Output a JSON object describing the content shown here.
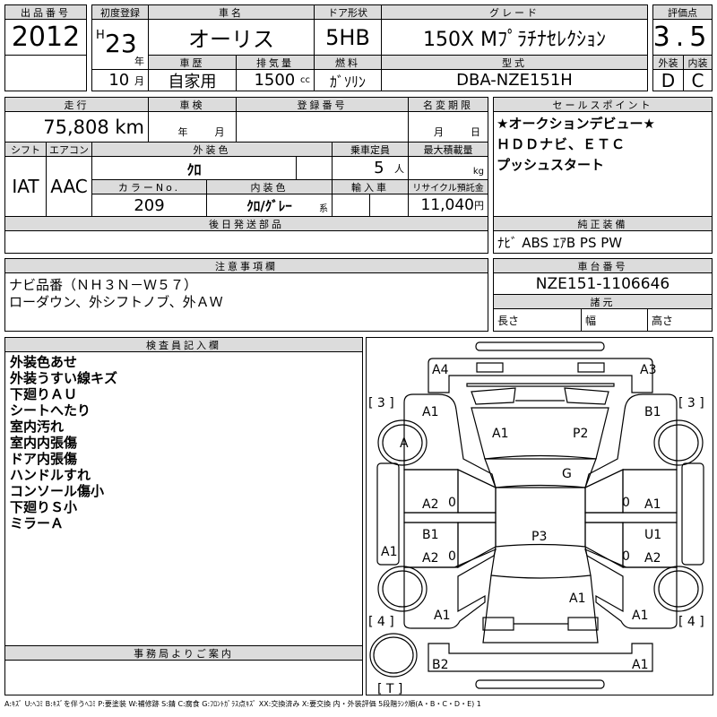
{
  "header": {
    "lot_label": "出品番号",
    "lot_value": "2012",
    "first_reg_label": "初度登録",
    "era": "H",
    "year": "23",
    "year_unit": "年",
    "month": "10",
    "month_unit": "月",
    "name_label": "車名",
    "name_value": "オーリス",
    "door_label": "ドア形状",
    "door_value": "5HB",
    "grade_label": "グレード",
    "grade_value": "150X Mﾌﾟﾗﾁﾅｾﾚｸｼｮﾝ",
    "history_label": "車歴",
    "history_value": "自家用",
    "displacement_label": "排気量",
    "displacement_value": "1500",
    "displacement_unit": "cc",
    "fuel_label": "燃料",
    "fuel_value": "ｶﾞｿﾘﾝ",
    "model_label": "型式",
    "model_value": "DBA-NZE151H",
    "score_label": "評価点",
    "score_value": "3.5",
    "exterior_label": "外装",
    "exterior_value": "D",
    "interior_label": "内装",
    "interior_value": "C"
  },
  "details": {
    "mileage_label": "走行",
    "mileage_value": "75,808 km",
    "inspection_label": "車検",
    "inspection_year_unit": "年",
    "inspection_month_unit": "月",
    "reg_no_label": "登録番号",
    "transfer_label": "名変期限",
    "transfer_month_unit": "月",
    "transfer_day_unit": "日",
    "shift_label": "シフト",
    "shift_value": "IAT",
    "ac_label": "エアコン",
    "ac_value": "AAC",
    "ext_color_label": "外装色",
    "ext_color_value": "ｸﾛ",
    "capacity_label": "乗車定員",
    "capacity_value": "5",
    "capacity_unit": "人",
    "max_load_label": "最大積載量",
    "max_load_unit": "kg",
    "color_no_label": "カラーNo.",
    "color_no_value": "209",
    "int_color_label": "内装色",
    "int_color_value": "ｸﾛ/ｸﾞﾚｰ",
    "int_color_unit": "系",
    "import_label": "輸入車",
    "recycle_label": "リサイクル預託金",
    "recycle_value": "11,040",
    "recycle_unit": "円",
    "later_parts_label": "後日発送部品"
  },
  "sales": {
    "label": "セールスポイント",
    "lines": [
      "★オークションデビュー★",
      "ＨＤＤナビ、ＥＴＣ",
      "プッシュスタート"
    ],
    "equipment_label": "純正装備",
    "equipment_value": "ﾅﾋﾞ ABS ｴｱB PS PW"
  },
  "notes": {
    "label": "注意事項欄",
    "lines": [
      "ナビ品番（ＮＨ３Ｎ－Ｗ５７）",
      "ローダウン、外シフトノブ、外ＡＷ"
    ]
  },
  "chassis": {
    "label": "車台番号",
    "value": "NZE151-1106646",
    "spec_label": "諸元",
    "length_label": "長さ",
    "width_label": "幅",
    "height_label": "高さ"
  },
  "inspector": {
    "label": "検査員記入欄",
    "lines": [
      "外装色あせ",
      "外装うすい線キズ",
      "下廻りＡＵ",
      "シートへたり",
      "室内汚れ",
      "室内内張傷",
      "ドア内張傷",
      "ハンドルすれ",
      "コンソール傷小",
      "下廻りＳ小",
      "ミラーＡ"
    ]
  },
  "office": {
    "label": "事務局よりご案内"
  },
  "diagram": {
    "marks": [
      "A4",
      "A3",
      "A1",
      "A",
      "A1",
      "P2",
      "G",
      "B1",
      "A2",
      "0",
      "A1",
      "0",
      "B1",
      "P3",
      "U1",
      "A1",
      "A2",
      "0",
      "0",
      "A2",
      "A1",
      "A1",
      "A1",
      "B2",
      "A1"
    ],
    "brackets": [
      "[ 3 ]",
      "[ 3 ]",
      "[ 4 ]",
      "[ 4 ]",
      "[ T ]"
    ]
  },
  "legend": "A:ｷｽﾞ U:ﾍｺﾐ B:ｷｽﾞを伴うﾍｺﾐ P:要塗装 W:補修跡 S:錆 C:腐食 G:ﾌﾛﾝﾄｶﾞﾗｽ点ｷｽﾞ XX:交換済み X:要交換 内・外装評価 5段階ﾗﾝｸ順(A・B・C・D・E) 1"
}
